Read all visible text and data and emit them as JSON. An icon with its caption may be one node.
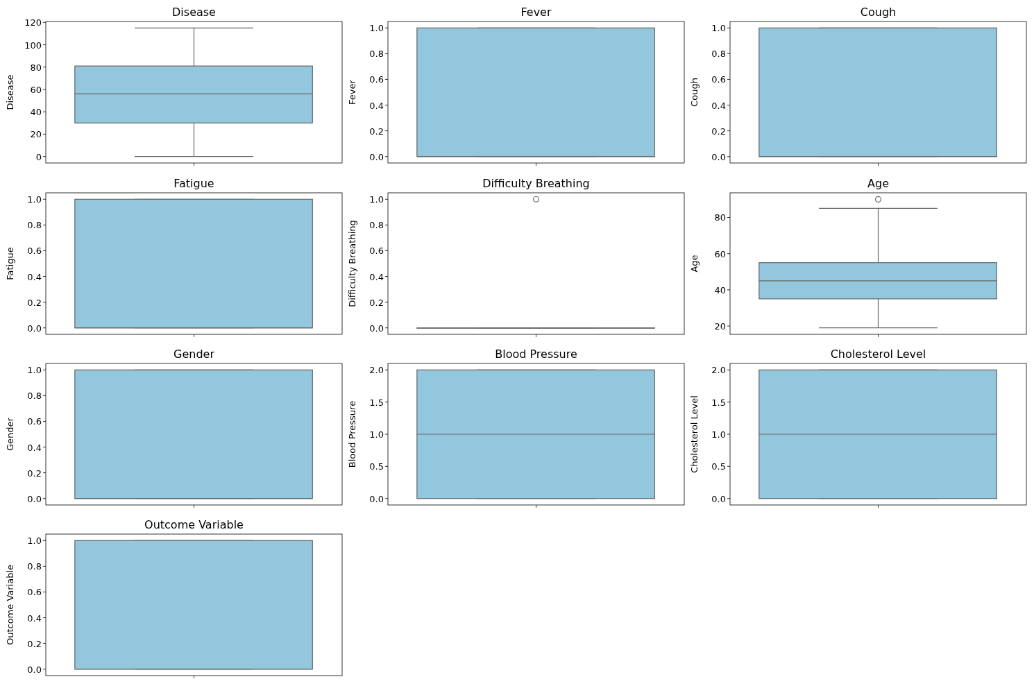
{
  "diagram": {
    "labels": [
      "Disease",
      "Disease",
      "120",
      "100",
      "80",
      "60",
      "40",
      "20",
      "0",
      "Fever",
      "Fever",
      "1.0",
      "0.8",
      "0.6",
      "0.4",
      "0.2",
      "0.0",
      "Cough",
      "Cough",
      "1.0",
      "0.8",
      "0.6",
      "0.4",
      "0.2",
      "0.0",
      "Fatigue",
      "Fatigue",
      "1.0",
      "0.8",
      "0.6",
      "0.4",
      "0.2",
      "0.0",
      "Difficulty Breathing",
      "Difficulty Breathing",
      "1.0",
      "0.8",
      "0.6",
      "0.4",
      "0.2",
      "0.0",
      "Age",
      "Age",
      "80",
      "60",
      "40",
      "20",
      "Gender",
      "Gender",
      "1.0",
      "0.8",
      "0.6",
      "0.4",
      "0.2",
      "0.0",
      "Blood Pressure",
      "Blood Pressure",
      "2.0",
      "1.5",
      "1.0",
      "0.5",
      "0.0",
      "Cholesterol Level",
      "Cholesterol Level",
      "2.0",
      "1.5",
      "1.0",
      "0.5",
      "0.0",
      "Outcome Variable",
      "Outcome Variable",
      "1.0",
      "0.8",
      "0.6",
      "0.4",
      "0.2",
      "0.0"
    ]
  }
}
